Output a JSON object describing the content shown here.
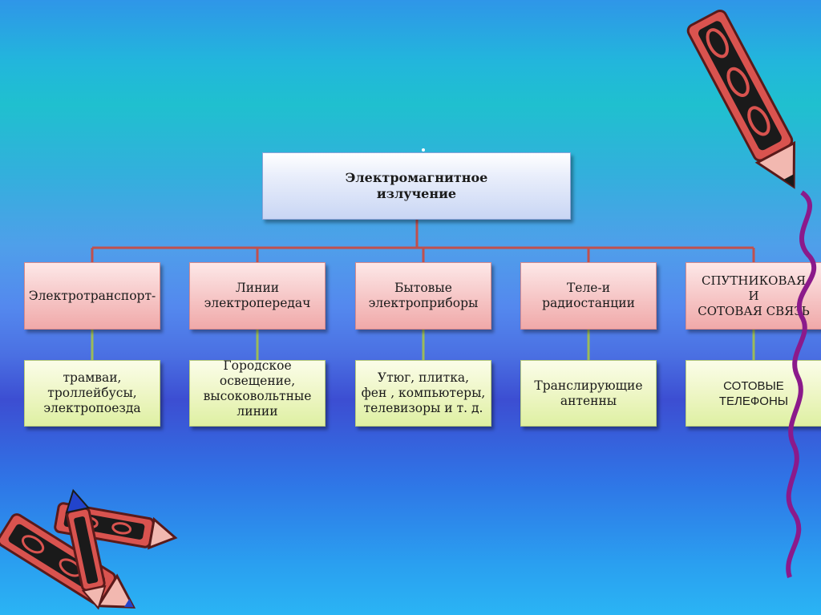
{
  "root": {
    "label": "Электромагнитное\nизлучение"
  },
  "categories": [
    {
      "label": "Электротранспорт-"
    },
    {
      "label": "Линии\nэлектропередач"
    },
    {
      "label": "Бытовые\nэлектроприборы"
    },
    {
      "label": "Теле-и\nрадиостанции"
    },
    {
      "label": "СПУТНИКОВАЯ\nИ\nСОТОВАЯ СВЯЗЬ"
    }
  ],
  "examples": [
    {
      "label": "трамваи,\nтроллейбусы,\nэлектропоезда"
    },
    {
      "label": "Городское\nосвещение,\nвысоковольтные\nлинии"
    },
    {
      "label": "Утюг, плитка,\nфен , компьютеры,\nтелевизоры и т. д."
    },
    {
      "label": "Транслирующие\nантенны"
    },
    {
      "label": "СОТОВЫЕ\nТЕЛЕФОНЫ"
    }
  ],
  "colors": {
    "connector_red": "#c0504d",
    "connector_green": "#9bbb59",
    "root_fill": "#dbe5f8",
    "category_fill": "#f5c0c0",
    "example_fill": "#eef6c6",
    "pencil_body": "#d9534f",
    "pencil_stripe": "#1a1a1a",
    "squiggle": "#8b1a8b"
  },
  "decorations": [
    "pencil-icon",
    "pencil-icon",
    "pencil-icon",
    "squiggle-line"
  ]
}
